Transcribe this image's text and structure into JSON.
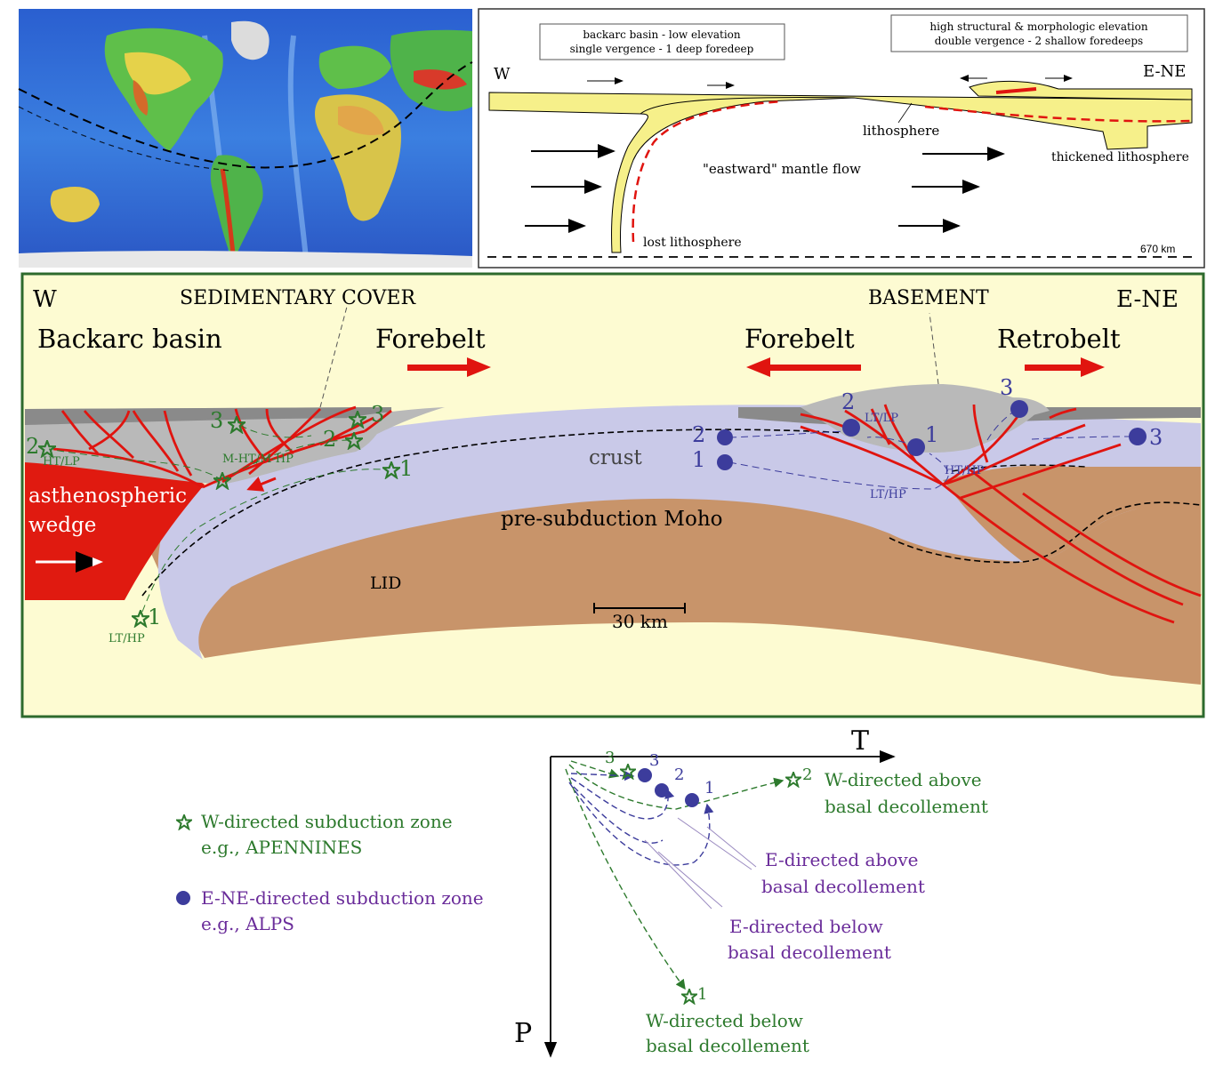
{
  "colors": {
    "panel_bg": "#fdfbd2",
    "frame_green": "#2d6a2d",
    "crust": "#c9c9e8",
    "lid": "#c8946a",
    "sediment": "#b9b9b9",
    "sediment_dark": "#8a8a8a",
    "fault_red": "#e0140f",
    "asthenosphere": "#e01a10",
    "lithosphere_yellow": "#f6f08a",
    "star_green": "#2d7a2d",
    "dot_blue": "#3c3c9c",
    "legend_purple": "#6a2c9a"
  },
  "map_panel": {
    "label": ""
  },
  "top_section": {
    "box_left": [
      "backarc basin - low elevation",
      "single vergence - 1 deep foredeep"
    ],
    "box_right": [
      "high structural & morphologic elevation",
      "double vergence - 2 shallow foredeeps"
    ],
    "west": "W",
    "east": "E-NE",
    "lithosphere": "lithosphere",
    "mantle_flow": "\"eastward\" mantle flow",
    "thickened": "thickened lithosphere",
    "lost": "lost lithosphere",
    "depth": "670 km"
  },
  "cross_section": {
    "west": "W",
    "east": "E-NE",
    "sedimentary_cover": "SEDIMENTARY COVER",
    "basement": "BASEMENT",
    "backarc": "Backarc basin",
    "forebelt_left": "Forebelt",
    "forebelt_right": "Forebelt",
    "retrobelt": "Retrobelt",
    "crust": "crust",
    "moho": "pre-subduction Moho",
    "lid": "LID",
    "astheno": [
      "asthenospheric",
      "wedge"
    ],
    "scale": "30 km",
    "labels": {
      "ht_lp": "HT/LP",
      "mht_mhp": "M-HT/M-HP",
      "lt_hp_left": "LT/HP",
      "lt_lp": "LT/LP",
      "ht_hp": "HT/HP",
      "lt_hp_right": "LT/HP"
    },
    "numbers": [
      "1",
      "2",
      "3"
    ]
  },
  "pt_diagram": {
    "t_axis": "T",
    "p_axis": "P",
    "w_above": [
      "W-directed above",
      "basal decollement"
    ],
    "e_above": [
      "E-directed above",
      "basal decollement"
    ],
    "e_below": [
      "E-directed below",
      "basal decollement"
    ],
    "w_below": [
      "W-directed below",
      "basal decollement"
    ]
  },
  "legend": {
    "w_directed": [
      "W-directed subduction zone",
      "e.g., APENNINES"
    ],
    "e_directed": [
      "E-NE-directed subduction zone",
      "e.g., ALPS"
    ]
  }
}
